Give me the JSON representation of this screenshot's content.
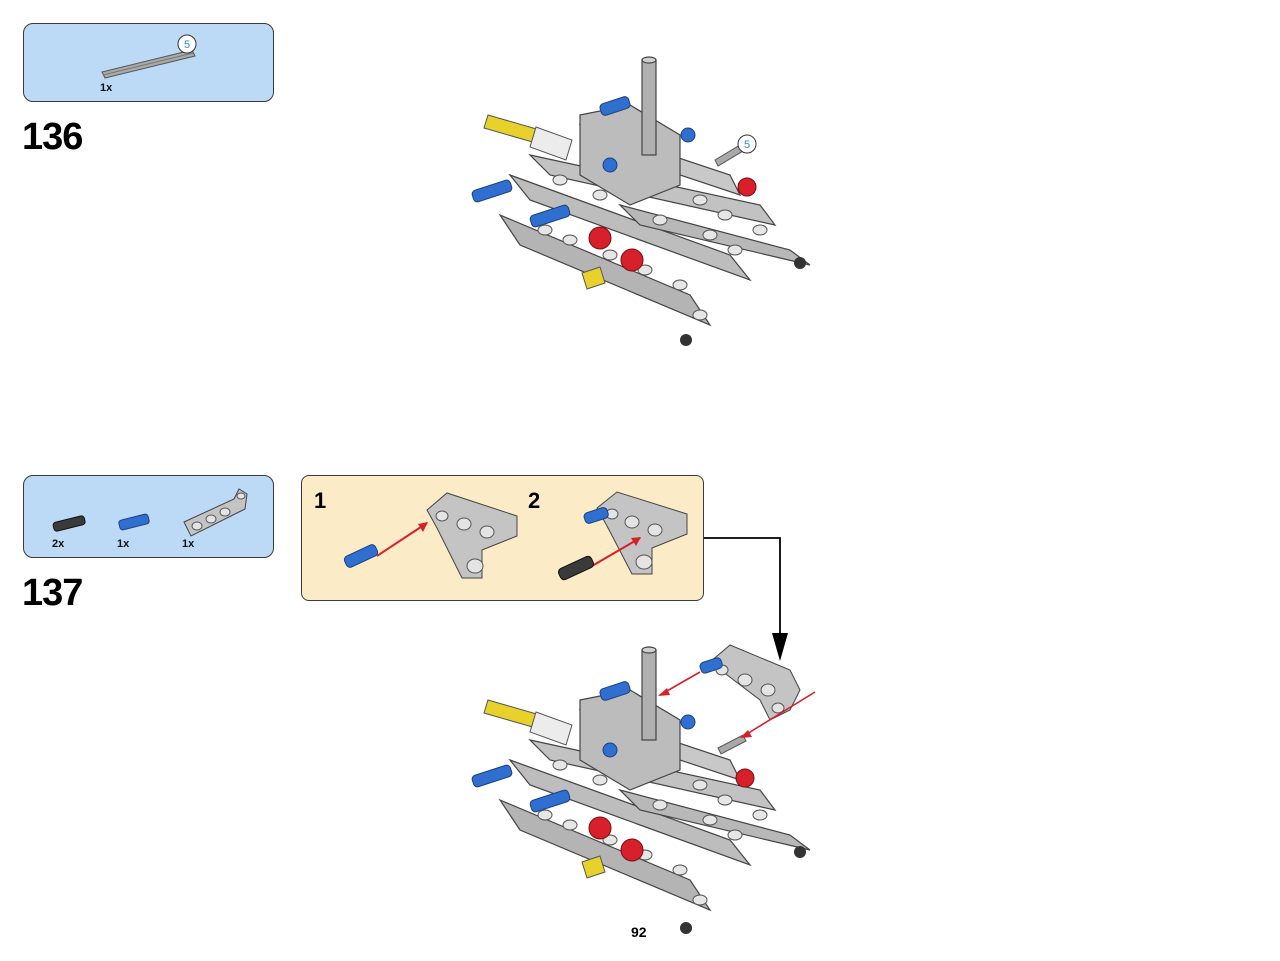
{
  "page": {
    "number": "92"
  },
  "colors": {
    "parts_bg": "#bcdaf5",
    "callout_bg": "#fcebc7",
    "beam_gray": "#a8a8a8",
    "pin_blue": "#2f6fd0",
    "bush_red": "#d8202a",
    "axle_yellow": "#e8d12a",
    "arrow_red": "#d8202a"
  },
  "steps": [
    {
      "number": "136",
      "parts": [
        {
          "name": "axle-5",
          "quantity": "1x",
          "length_badge": "5"
        }
      ],
      "callout_badge": "5"
    },
    {
      "number": "137",
      "parts": [
        {
          "name": "axle-pin-with-friction",
          "quantity": "2x"
        },
        {
          "name": "blue-connector-pin",
          "quantity": "1x"
        },
        {
          "name": "bent-liftarm",
          "quantity": "1x"
        }
      ],
      "subassembly": {
        "substeps": [
          {
            "number": "1"
          },
          {
            "number": "2"
          }
        ]
      }
    }
  ]
}
